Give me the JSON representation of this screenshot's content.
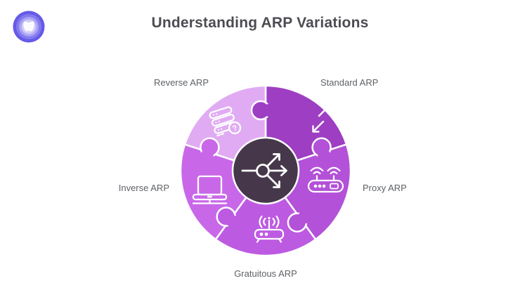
{
  "header": {
    "title": "Understanding ARP Variations"
  },
  "logo": {
    "name": "whimsical-logo",
    "colors": {
      "outer": "#665AE8",
      "ring2": "#837AEE",
      "ring3": "#ABA3F4",
      "ring4": "#CFCAF9",
      "glyph": "#FBFAFE"
    }
  },
  "diagram": {
    "type": "puzzle-circle",
    "center": {
      "icon": "network-hub-icon",
      "color": "#46384A"
    },
    "segments": [
      {
        "label": "Standard ARP",
        "position": "top-right",
        "color": "#9E3EC2",
        "icon": "diagonal-arrows-icon"
      },
      {
        "label": "Proxy ARP",
        "position": "right",
        "color": "#B351D8",
        "icon": "wifi-router-icon"
      },
      {
        "label": "Gratuitous ARP",
        "position": "bottom",
        "color": "#BD5AE2",
        "icon": "broadcast-router-icon"
      },
      {
        "label": "Inverse ARP",
        "position": "left",
        "color": "#C868E8",
        "icon": "laptop-icon"
      },
      {
        "label": "Reverse ARP",
        "position": "top-left",
        "color": "#E0ABF3",
        "icon": "server-question-icon",
        "icon_badge": "?"
      }
    ]
  }
}
